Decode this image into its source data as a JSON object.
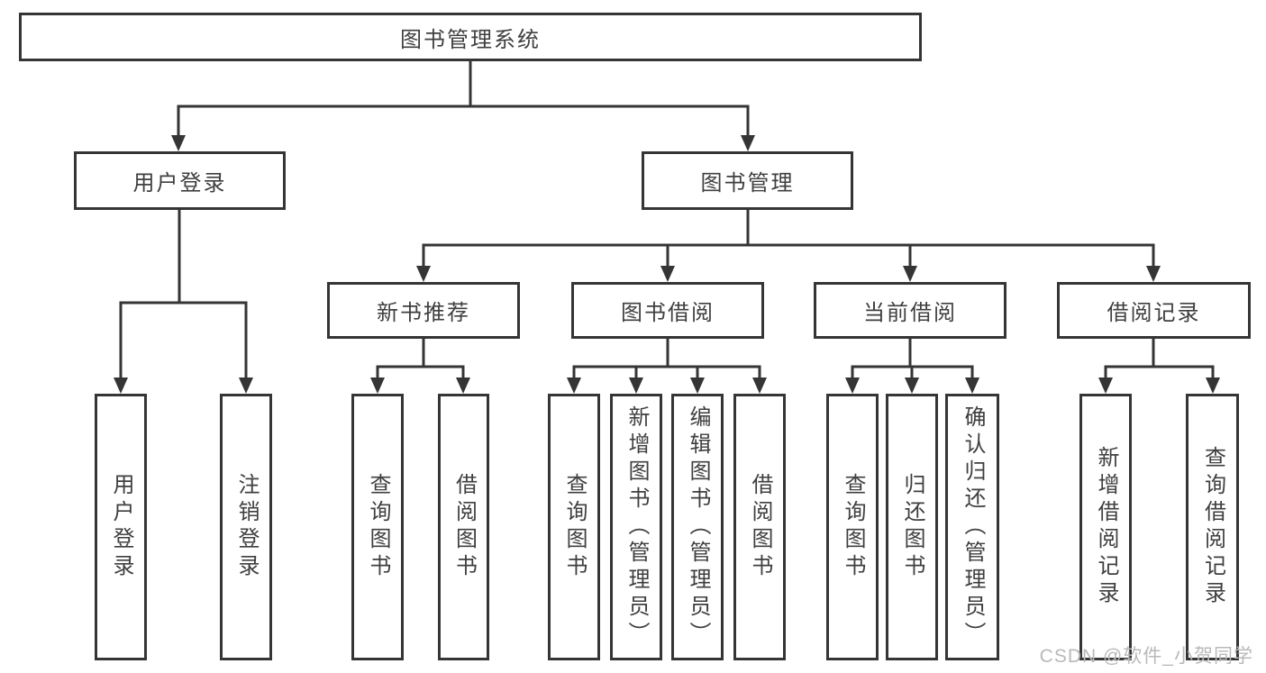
{
  "diagram": {
    "root": {
      "label": "图书管理系统"
    },
    "level2": [
      {
        "label": "用户登录"
      },
      {
        "label": "图书管理"
      }
    ],
    "level3": [
      {
        "label": "新书推荐"
      },
      {
        "label": "图书借阅"
      },
      {
        "label": "当前借阅"
      },
      {
        "label": "借阅记录"
      }
    ],
    "leaves": [
      {
        "label": "用户登录",
        "parent": "用户登录"
      },
      {
        "label": "注销登录",
        "parent": "用户登录"
      },
      {
        "label": "查询图书",
        "parent": "新书推荐"
      },
      {
        "label": "借阅图书",
        "parent": "新书推荐"
      },
      {
        "label": "查询图书",
        "parent": "图书借阅"
      },
      {
        "label": "新增图书（管理员）",
        "parent": "图书借阅"
      },
      {
        "label": "编辑图书（管理员）",
        "parent": "图书借阅"
      },
      {
        "label": "借阅图书",
        "parent": "图书借阅"
      },
      {
        "label": "查询图书",
        "parent": "当前借阅"
      },
      {
        "label": "归还图书",
        "parent": "当前借阅"
      },
      {
        "label": "确认归还（管理员）",
        "parent": "当前借阅"
      },
      {
        "label": "新增借阅记录",
        "parent": "借阅记录"
      },
      {
        "label": "查询借阅记录",
        "parent": "借阅记录"
      }
    ]
  },
  "watermark": {
    "text": "CSDN @软件_小贺同学"
  },
  "colors": {
    "line": "#353535",
    "border": "#353535",
    "fill": "#ffffff",
    "text": "#3f3f3f",
    "watermark": "#b9b9b9",
    "background": "#ffffff"
  }
}
